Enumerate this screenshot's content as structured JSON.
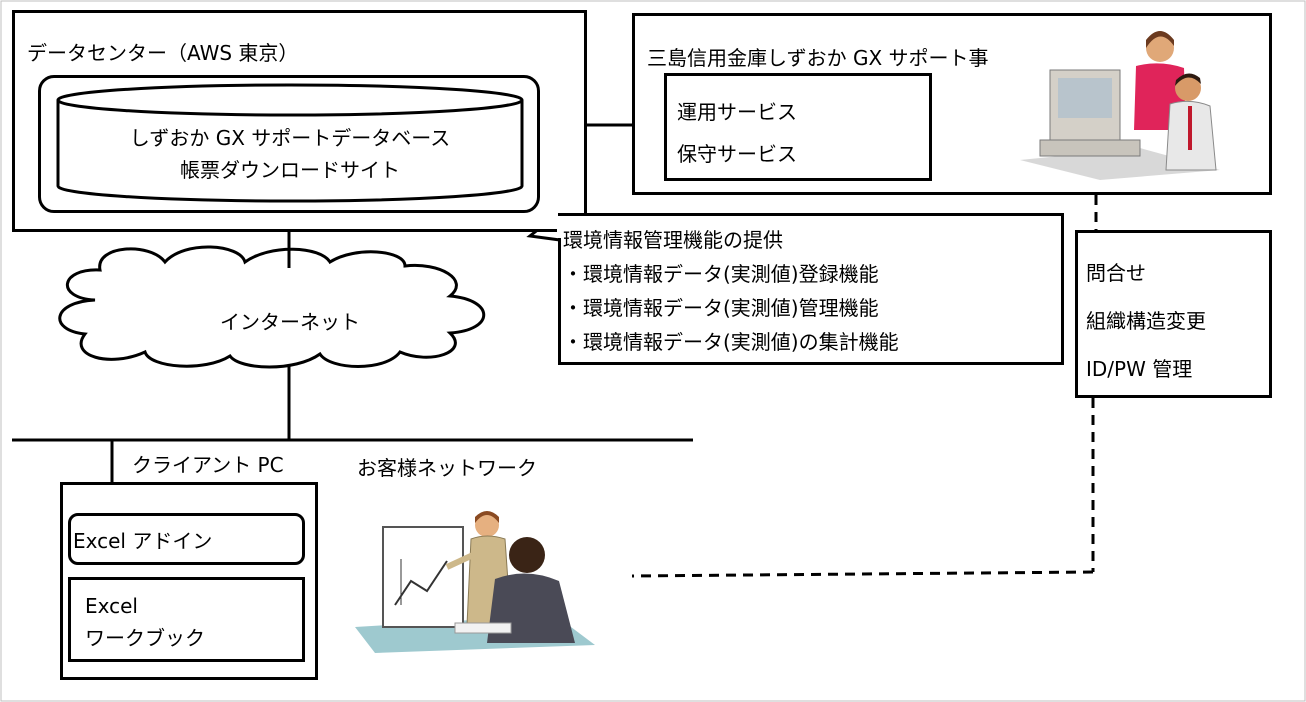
{
  "datacenter": {
    "title": "データセンター（AWS 東京）",
    "db_line1": "しずおか GX サポートデータベース",
    "db_line2": "帳票ダウンロードサイト"
  },
  "support": {
    "title": "三島信用金庫しずおか GX サポート事",
    "services": [
      "運用サービス",
      "保守サービス"
    ]
  },
  "callout": {
    "title": "環境情報管理機能の提供",
    "items": [
      "・環境情報データ(実測値)登録機能",
      "・環境情報データ(実測値)管理機能",
      "・環境情報データ(実測値)の集計機能"
    ]
  },
  "internet_label": "インターネット",
  "inquiry": {
    "items": [
      "問合せ",
      "組織構造変更",
      "ID/PW 管理"
    ]
  },
  "client": {
    "pc_label": "クライアント PC",
    "addin_label": "Excel アドイン",
    "workbook_line1": "Excel",
    "workbook_line2": "ワークブック"
  },
  "customer_network_label": "お客様ネットワーク"
}
